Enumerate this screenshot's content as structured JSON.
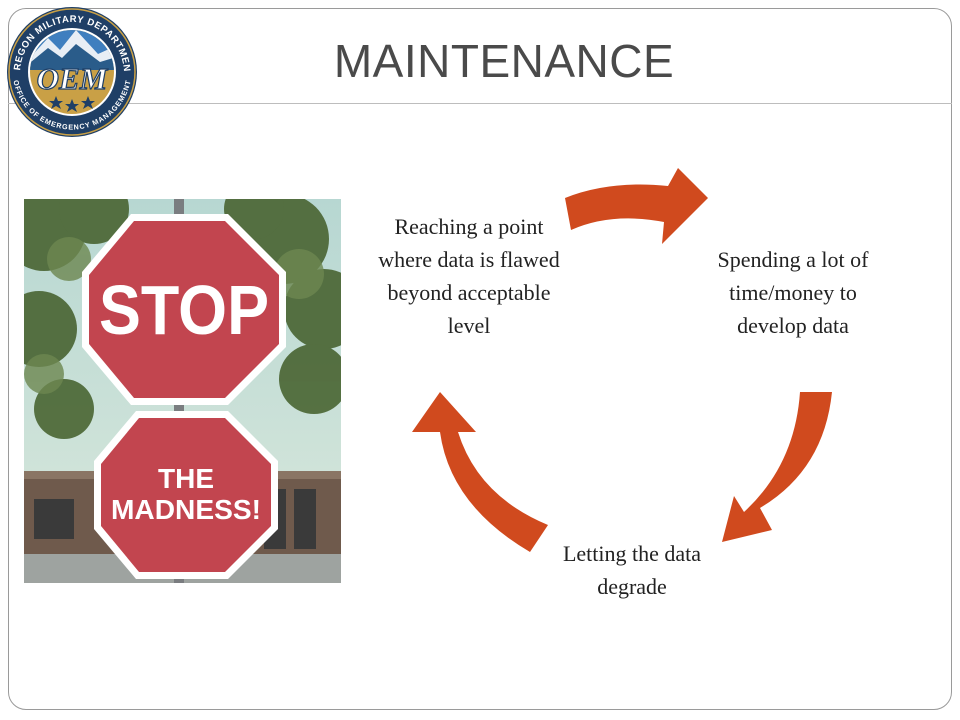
{
  "slide": {
    "title": "MAINTENANCE"
  },
  "logo": {
    "ring_text_top": "OREGON MILITARY DEPARTMENT",
    "ring_text_bottom": "OFFICE OF EMERGENCY MANAGEMENT",
    "center_text": "OEM"
  },
  "photo": {
    "sign_top": "STOP",
    "sign_bottom_line1": "THE",
    "sign_bottom_line2": "MADNESS!"
  },
  "cycle": {
    "arrow_color": "#d04a1e",
    "nodes": [
      {
        "label": "Reaching a point where data is flawed beyond acceptable level"
      },
      {
        "label": "Spending a lot of time/money to develop data"
      },
      {
        "label": "Letting the data degrade"
      }
    ]
  }
}
